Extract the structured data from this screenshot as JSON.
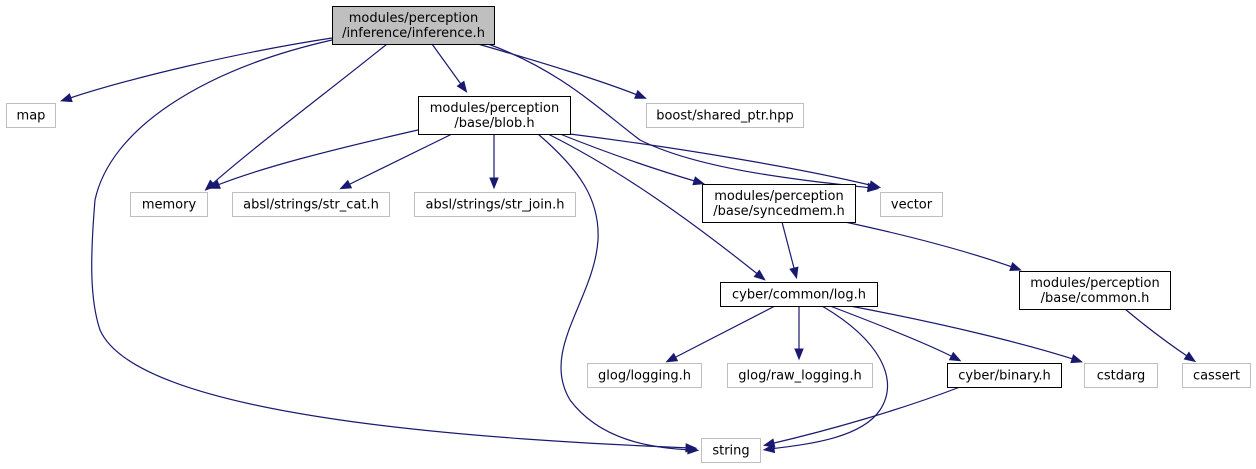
{
  "diagram": {
    "type": "include-dependency-graph",
    "colors": {
      "edge": "#191970",
      "root_fill": "#bfbfbf",
      "node_border": "#000000",
      "external_border": "#bfbfbf",
      "background": "#ffffff"
    },
    "nodes": [
      {
        "id": "inference",
        "lines": [
          "modules/perception",
          "/inference/inference.h"
        ],
        "kind": "root"
      },
      {
        "id": "map",
        "lines": [
          "map"
        ],
        "kind": "external"
      },
      {
        "id": "blob",
        "lines": [
          "modules/perception",
          "/base/blob.h"
        ],
        "kind": "internal"
      },
      {
        "id": "boost",
        "lines": [
          "boost/shared_ptr.hpp"
        ],
        "kind": "external"
      },
      {
        "id": "memory",
        "lines": [
          "memory"
        ],
        "kind": "external"
      },
      {
        "id": "strcat",
        "lines": [
          "absl/strings/str_cat.h"
        ],
        "kind": "external"
      },
      {
        "id": "strjoin",
        "lines": [
          "absl/strings/str_join.h"
        ],
        "kind": "external"
      },
      {
        "id": "syncedmem",
        "lines": [
          "modules/perception",
          "/base/syncedmem.h"
        ],
        "kind": "internal"
      },
      {
        "id": "vector",
        "lines": [
          "vector"
        ],
        "kind": "external"
      },
      {
        "id": "log",
        "lines": [
          "cyber/common/log.h"
        ],
        "kind": "internal"
      },
      {
        "id": "common",
        "lines": [
          "modules/perception",
          "/base/common.h"
        ],
        "kind": "internal"
      },
      {
        "id": "glog",
        "lines": [
          "glog/logging.h"
        ],
        "kind": "external"
      },
      {
        "id": "glograw",
        "lines": [
          "glog/raw_logging.h"
        ],
        "kind": "external"
      },
      {
        "id": "binary",
        "lines": [
          "cyber/binary.h"
        ],
        "kind": "internal"
      },
      {
        "id": "cstdarg",
        "lines": [
          "cstdarg"
        ],
        "kind": "external"
      },
      {
        "id": "cassert",
        "lines": [
          "cassert"
        ],
        "kind": "external"
      },
      {
        "id": "string",
        "lines": [
          "string"
        ],
        "kind": "external"
      }
    ],
    "edges": [
      {
        "from": "inference",
        "to": "map"
      },
      {
        "from": "inference",
        "to": "blob"
      },
      {
        "from": "inference",
        "to": "boost"
      },
      {
        "from": "inference",
        "to": "memory"
      },
      {
        "from": "inference",
        "to": "vector"
      },
      {
        "from": "inference",
        "to": "string"
      },
      {
        "from": "blob",
        "to": "memory"
      },
      {
        "from": "blob",
        "to": "strcat"
      },
      {
        "from": "blob",
        "to": "strjoin"
      },
      {
        "from": "blob",
        "to": "syncedmem"
      },
      {
        "from": "blob",
        "to": "vector"
      },
      {
        "from": "blob",
        "to": "log"
      },
      {
        "from": "blob",
        "to": "string"
      },
      {
        "from": "syncedmem",
        "to": "log"
      },
      {
        "from": "syncedmem",
        "to": "common"
      },
      {
        "from": "log",
        "to": "glog"
      },
      {
        "from": "log",
        "to": "glograw"
      },
      {
        "from": "log",
        "to": "binary"
      },
      {
        "from": "log",
        "to": "cstdarg"
      },
      {
        "from": "log",
        "to": "string"
      },
      {
        "from": "binary",
        "to": "string"
      },
      {
        "from": "common",
        "to": "cassert"
      }
    ]
  }
}
